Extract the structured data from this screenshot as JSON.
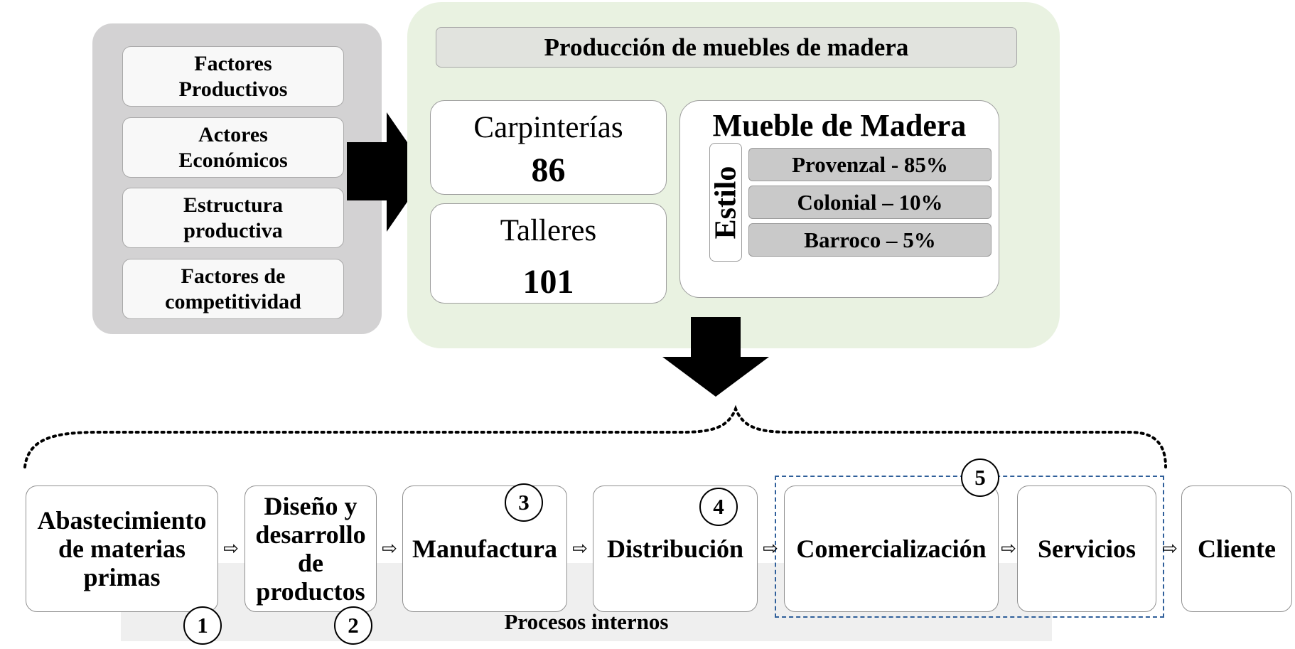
{
  "factors": [
    "Factores\nProductivos",
    "Actores\nEconómicos",
    "Estructura\nproductiva",
    "Factores de\ncompetitividad"
  ],
  "production": {
    "title": "Producción de muebles de madera",
    "carpinterias": {
      "label": "Carpinterías",
      "value": "86"
    },
    "talleres": {
      "label": "Talleres",
      "value": "101"
    },
    "mueble": {
      "title": "Mueble de Madera",
      "style_label": "Estilo",
      "styles": [
        "Provenzal - 85%",
        "Colonial – 10%",
        "Barroco – 5%"
      ]
    }
  },
  "chain": {
    "steps": [
      "Abastecimiento\nde materias\nprimas",
      "Diseño y\ndesarrollo\nde\nproductos",
      "Manufactura",
      "Distribución",
      "Comercialización",
      "Servicios",
      "Cliente"
    ],
    "numbers": [
      "1",
      "2",
      "3",
      "4",
      "5"
    ],
    "internal_label": "Procesos internos"
  },
  "colors": {
    "grey_panel": "#d3d2d3",
    "green_panel": "#e9f2e1",
    "dashed_border": "#2f5f9a"
  },
  "icons": {
    "big_right_arrow": "block-arrow-right",
    "big_down_arrow": "block-arrow-down",
    "small_arrow": "outline-arrow-right"
  }
}
